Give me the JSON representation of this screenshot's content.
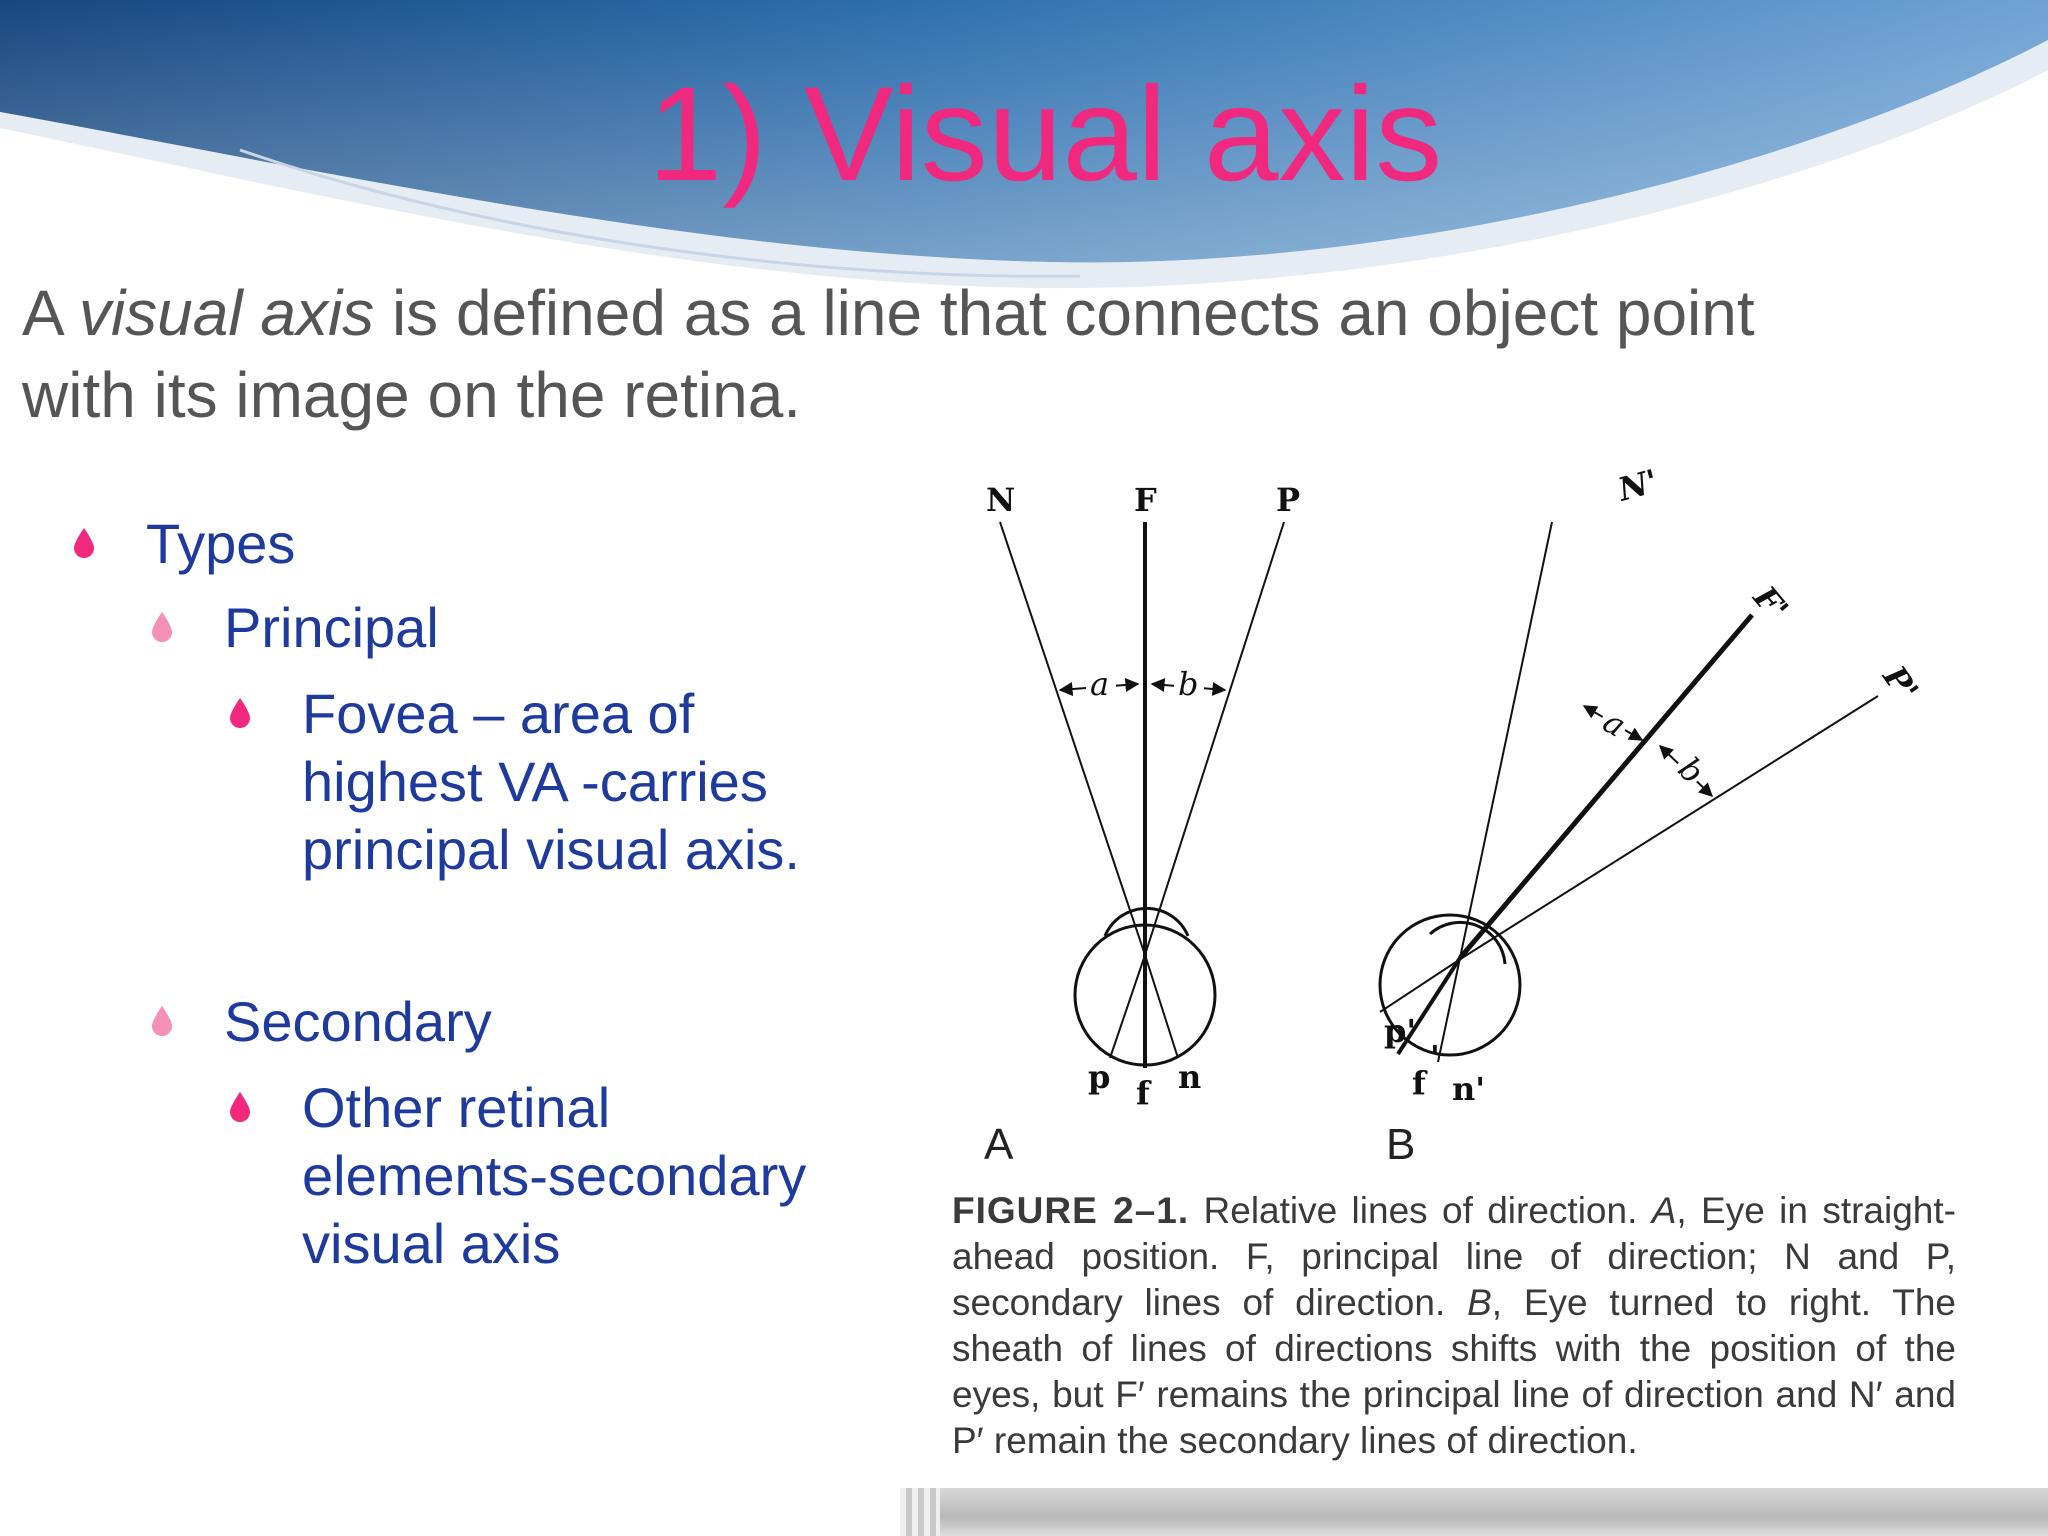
{
  "title": "1) Visual axis",
  "intro": {
    "prefix": "A ",
    "italic": "visual axis",
    "suffix": " is defined as a line that connects an object point with its image on the retina."
  },
  "bullets": [
    {
      "level": 1,
      "text": "Types"
    },
    {
      "level": 2,
      "text": "Principal"
    },
    {
      "level": 3,
      "lines": [
        "Fovea – area of",
        "highest VA  -carries",
        "principal visual axis."
      ]
    },
    {
      "level": 2,
      "text": "Secondary"
    },
    {
      "level": 3,
      "lines": [
        "Other retinal",
        "elements-secondary",
        "visual axis"
      ]
    }
  ],
  "figure": {
    "panel_a": {
      "letter": "A",
      "labels": {
        "N": "N",
        "F": "F",
        "P": "P",
        "p": "p",
        "f": "f",
        "n": "n",
        "a": "a",
        "b": "b"
      }
    },
    "panel_b": {
      "letter": "B",
      "labels": {
        "N": "N'",
        "F": "F'",
        "P": "P'",
        "p": "p'",
        "f": "f",
        "f_prime": "'",
        "n": "n'",
        "a": "a",
        "b": "b"
      }
    },
    "caption": {
      "label": "FIGURE 2–1.",
      "parts": [
        {
          "text": " Relative lines of direction. ",
          "italic": false
        },
        {
          "text": "A",
          "italic": true
        },
        {
          "text": ", Eye in straight-ahead position. F, principal line of direction; N and P, secondary lines of direction. ",
          "italic": false
        },
        {
          "text": "B",
          "italic": true
        },
        {
          "text": ", Eye turned to right. The sheath of lines of directions shifts with the position of the eyes, but F′ remains the principal line of direction and N′ and P′ remain the secondary lines of direction.",
          "italic": false
        }
      ]
    }
  },
  "colors": {
    "title": "#f0287e",
    "bullet_text": "#1d3a9c",
    "bullet_level1": "#f0287e",
    "bullet_level2": "#f48fb8",
    "bullet_level3": "#f0287e",
    "header_blue": "#1e5a97"
  }
}
